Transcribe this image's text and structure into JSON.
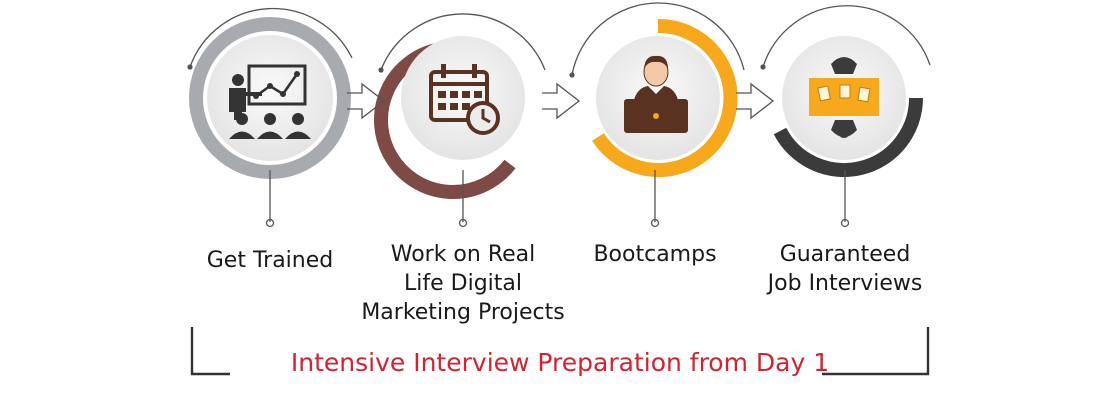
{
  "steps": [
    {
      "label_lines": [
        "Get Trained"
      ],
      "icon": "presentation-icon",
      "ring_color": "#a7abb0"
    },
    {
      "label_lines": [
        "Work on Real",
        "Life Digital",
        "Marketing Projects"
      ],
      "icon": "calendar-clock-icon",
      "ring_color": "#7e4a45"
    },
    {
      "label_lines": [
        "Bootcamps"
      ],
      "icon": "laptop-user-icon",
      "ring_color": "#f7a81b"
    },
    {
      "label_lines": [
        "Guaranteed",
        "Job Interviews"
      ],
      "icon": "meeting-table-icon",
      "ring_color": "#3b3b3b"
    }
  ],
  "footer": {
    "text": "Intensive Interview Preparation from Day 1",
    "color": "#d62230"
  },
  "colors": {
    "icon_dark": "#333333",
    "icon_brown": "#5a3221",
    "circle_fill": "#ececec",
    "connector": "#555555"
  }
}
